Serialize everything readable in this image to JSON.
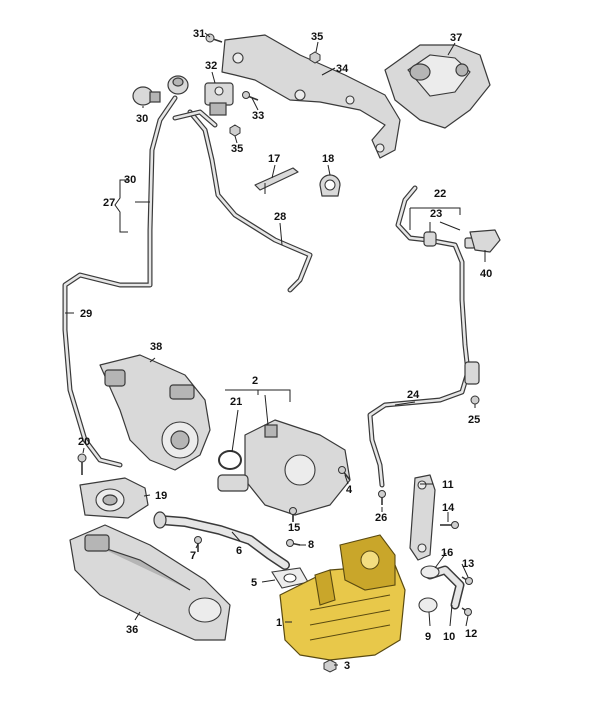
{
  "callouts": {
    "c1": "1",
    "c2": "2",
    "c3": "3",
    "c4": "4",
    "c5": "5",
    "c6": "6",
    "c7": "7",
    "c8": "8",
    "c9": "9",
    "c10": "10",
    "c11": "11",
    "c12": "12",
    "c13": "13",
    "c14": "14",
    "c15": "15",
    "c16": "16",
    "c17": "17",
    "c18": "18",
    "c19": "19",
    "c20": "20",
    "c21": "21",
    "c22": "22",
    "c23": "23",
    "c24": "24",
    "c25": "25",
    "c26": "26",
    "c27": "27",
    "c28": "28",
    "c29": "29",
    "c30a": "30",
    "c30b": "30",
    "c31": "31",
    "c32": "32",
    "c33": "33",
    "c34": "34",
    "c35a": "35",
    "c35b": "35",
    "c36": "36",
    "c37": "37",
    "c38": "38",
    "c40": "40"
  },
  "colors": {
    "highlight": "#e8c84a",
    "part": "#d9d9d9",
    "line": "#3a3a3a"
  }
}
